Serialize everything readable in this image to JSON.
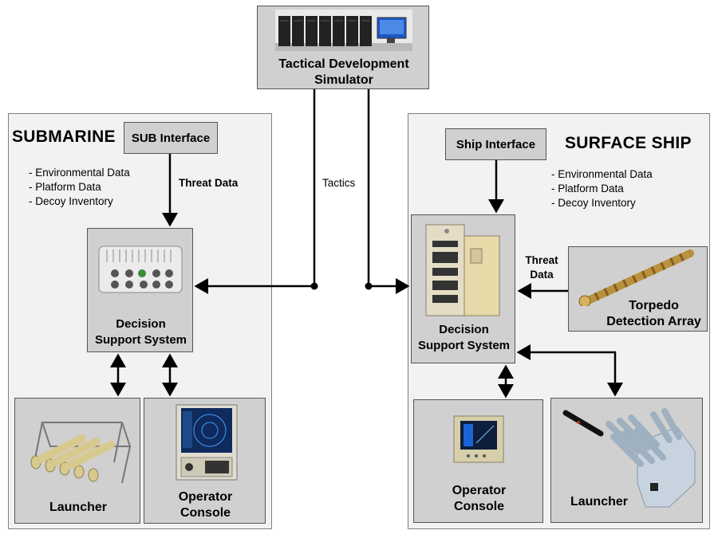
{
  "simulator": {
    "line1": "Tactical Development",
    "line2": "Simulator"
  },
  "tactics_label": "Tactics",
  "submarine": {
    "heading": "SUBMARINE",
    "interface": "SUB Interface",
    "bullets": [
      "- Environmental Data",
      "- Platform Data",
      "- Decoy  Inventory"
    ],
    "threat_label": "Threat Data",
    "dss": {
      "line1": "Decision",
      "line2": "Support System"
    },
    "launcher": "Launcher",
    "console": {
      "line1": "Operator",
      "line2": "Console"
    }
  },
  "surface": {
    "heading": "SURFACE SHIP",
    "interface": "Ship Interface",
    "bullets": [
      "- Environmental Data",
      "- Platform Data",
      "- Decoy  Inventory"
    ],
    "threat_label": {
      "line1": "Threat",
      "line2": "Data"
    },
    "dss": {
      "line1": "Decision",
      "line2": "Support System"
    },
    "torpedo_array": {
      "line1": "Torpedo",
      "line2": "Detection Array"
    },
    "console": {
      "line1": "Operator",
      "line2": "Console"
    },
    "launcher": "Launcher"
  }
}
